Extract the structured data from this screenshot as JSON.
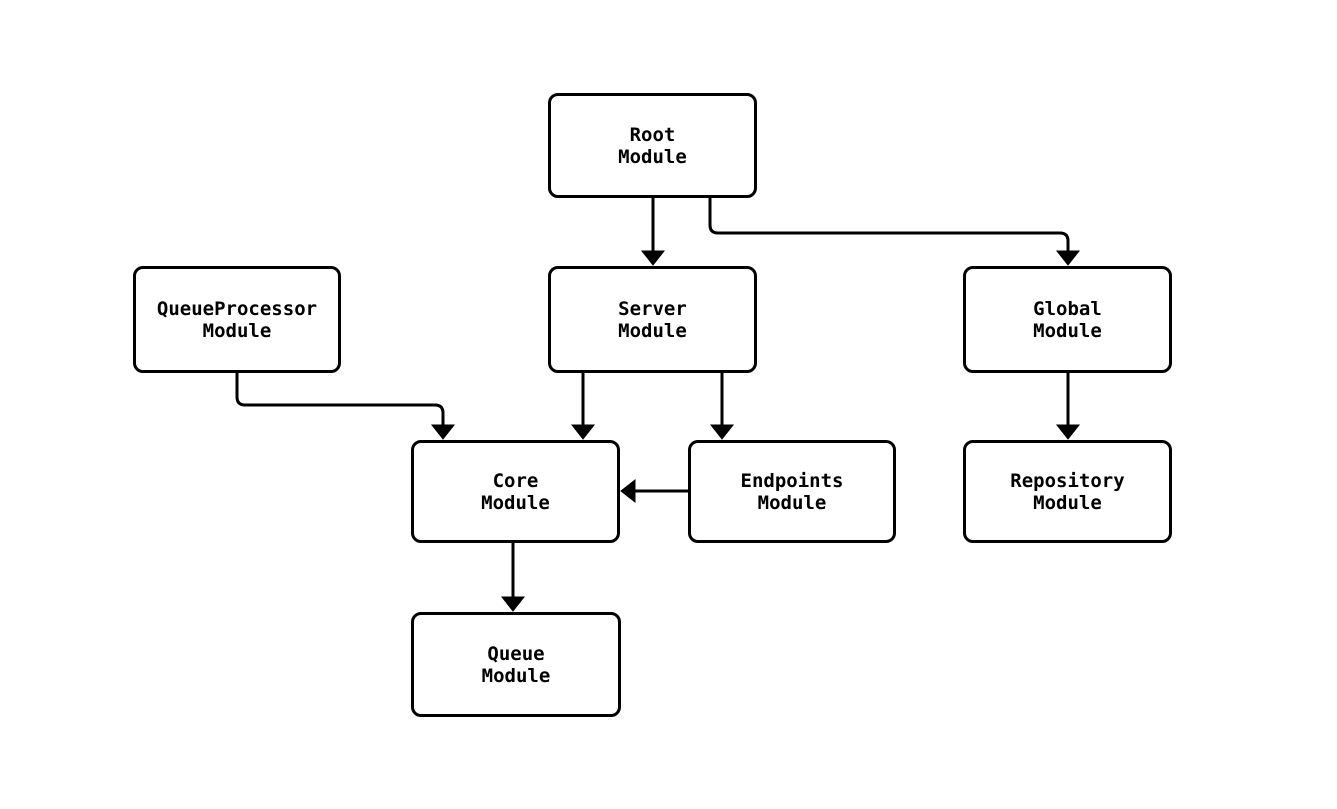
{
  "diagram": {
    "type": "flowchart-top-down",
    "nodes": {
      "root": {
        "label": "Root\nModule"
      },
      "queue_processor": {
        "label": "QueueProcessor\nModule"
      },
      "server": {
        "label": "Server\nModule"
      },
      "global": {
        "label": "Global\nModule"
      },
      "core": {
        "label": "Core\nModule"
      },
      "endpoints": {
        "label": "Endpoints\nModule"
      },
      "repository": {
        "label": "Repository\nModule"
      },
      "queue": {
        "label": "Queue\nModule"
      }
    },
    "edges": [
      {
        "from": "Root Module",
        "to": "Server Module"
      },
      {
        "from": "Root Module",
        "to": "Global Module"
      },
      {
        "from": "QueueProcessor Module",
        "to": "Core Module"
      },
      {
        "from": "Server Module",
        "to": "Core Module"
      },
      {
        "from": "Server Module",
        "to": "Endpoints Module"
      },
      {
        "from": "Endpoints Module",
        "to": "Core Module"
      },
      {
        "from": "Global Module",
        "to": "Repository Module"
      },
      {
        "from": "Core Module",
        "to": "Queue Module"
      }
    ],
    "colors": {
      "background": "#ffffff",
      "node_fill": "#ffffff",
      "node_border": "#000000",
      "edge": "#000000",
      "text": "#000000"
    }
  }
}
